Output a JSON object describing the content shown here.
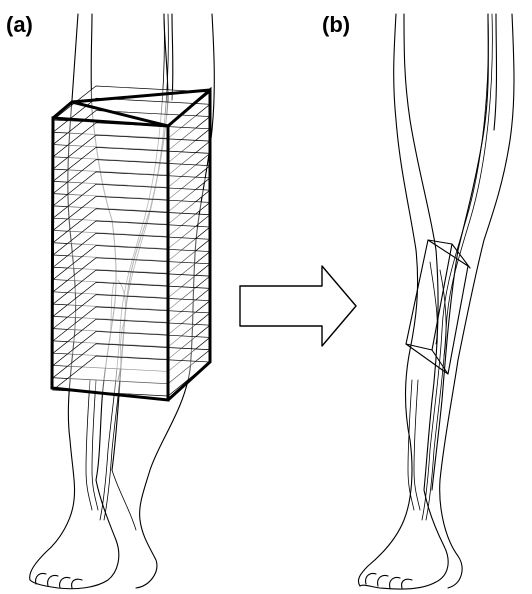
{
  "figure": {
    "panel_a_label": "(a)",
    "panel_b_label": "(b)",
    "panel_a": {
      "slice_count": 22
    },
    "colors": {
      "line": "#000000",
      "background": "#ffffff"
    }
  }
}
